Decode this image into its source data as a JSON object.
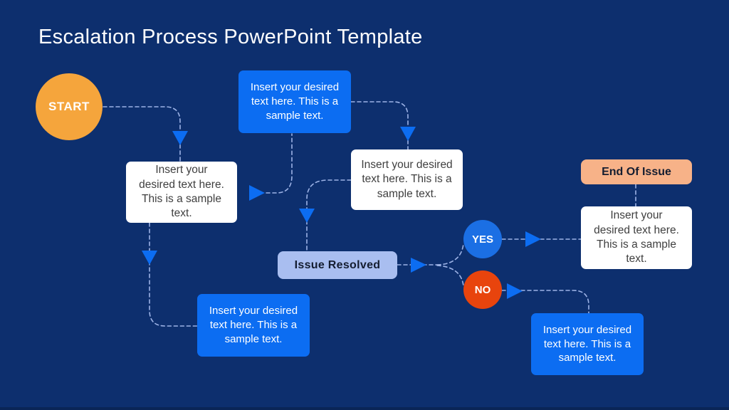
{
  "slide": {
    "title": "Escalation Process PowerPoint Template"
  },
  "nodes": {
    "start": {
      "label": "START"
    },
    "top_blue": {
      "label": "Insert your desired text here. This is a sample text."
    },
    "left_white": {
      "label": "Insert your desired text here. This is a sample text."
    },
    "center_white": {
      "label": "Insert your desired text here. This is a sample text."
    },
    "end_of_issue": {
      "label": "End Of Issue"
    },
    "right_white": {
      "label": "Insert your desired text here. This is a sample text."
    },
    "issue_resolved": {
      "label": "Issue Resolved"
    },
    "yes": {
      "label": "YES"
    },
    "no": {
      "label": "NO"
    },
    "bottom_left_blue": {
      "label": "Insert your desired text here. This is a sample text."
    },
    "bottom_right_blue": {
      "label": "Insert your desired text here. This is a sample text."
    }
  },
  "colors": {
    "background": "#0D2F6E",
    "accent_blue": "#0C6DF2",
    "yes_blue": "#1B6FE4",
    "red_orange": "#E8440D",
    "orange": "#F5A53C",
    "peach": "#F7B288",
    "periwinkle": "#A9BEF0",
    "connector": "#9DB3E6",
    "white_box_bg": "#FFFFFF",
    "white_box_text": "#3F3F3F",
    "dark_text": "#141D30",
    "title_text": "#FFFFFF"
  }
}
